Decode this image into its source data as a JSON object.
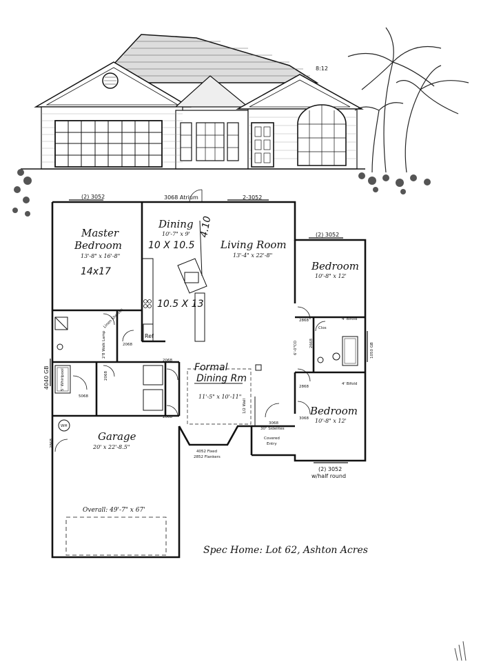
{
  "elevation": {
    "roof_pitch": "8:12"
  },
  "labels": {
    "window_left_top": "(2) 3052",
    "door_atrium": "3068 Atrium",
    "window_living_top": "2-3052",
    "window_bedroom_top": "(2) 3052",
    "window_bedroom_bottom_1": "(2) 3052",
    "window_bedroom_bottom_2": "w/half round",
    "garage_door": "4040 GB",
    "bath_window": "1050 GB",
    "fixed_window_1": "4052 Fixed",
    "fixed_window_2": "2852 Flankers",
    "sidelites": "30\" Sidelites",
    "door_3068": "3068",
    "door_2868_a": "2868",
    "door_2868_b": "2868",
    "door_2068_a": "2068",
    "door_2068_b": "2068",
    "door_2068_c": "2068",
    "door_2068_d": "2068",
    "door_5068": "5068",
    "door_2668": "2668",
    "door_3068_b": "3068",
    "clos": "Clos",
    "bi_fold_1": "4' Bifold",
    "bi_fold_2": "4' Bifold",
    "walk_in": "2'8 Walk Lamp",
    "whirlpool": "5' Whirlpool",
    "wh": "WH",
    "ref": "Ref",
    "wall_half": "1/2 Wall",
    "hall": "6'-0\"CO",
    "linen": "Linen Shelves",
    "vent": "2868"
  },
  "rooms": {
    "master": {
      "name_1": "Master",
      "name_2": "Bedroom",
      "size": "13'-8\" x 16'-8\"",
      "note": "14x17"
    },
    "dining": {
      "name": "Dining",
      "size": "10'-7\" x 9'",
      "note_1": "10 X 10.5",
      "note_2": "4.10"
    },
    "living": {
      "name": "Living Room",
      "size": "13'-4\" x 22'-8\""
    },
    "kitchen": {
      "note": "10.5 X 13"
    },
    "bedroom_top": {
      "name": "Bedroom",
      "size": "10'-8\" x 12'"
    },
    "bedroom_bottom": {
      "name": "Bedroom",
      "size": "10'-8\" x 12'"
    },
    "formal": {
      "note_1": "Formal",
      "note_2": "Dining Rm",
      "size": "11'-5\" x 10'-11\""
    },
    "garage": {
      "name": "Garage",
      "size": "20' x 22'-8.5\""
    },
    "entry": {
      "name_1": "Covered",
      "name_2": "Entry"
    }
  },
  "overall": "Overall: 49'-7\" x 67'",
  "spec": "Spec Home: Lot 62, Ashton Acres"
}
